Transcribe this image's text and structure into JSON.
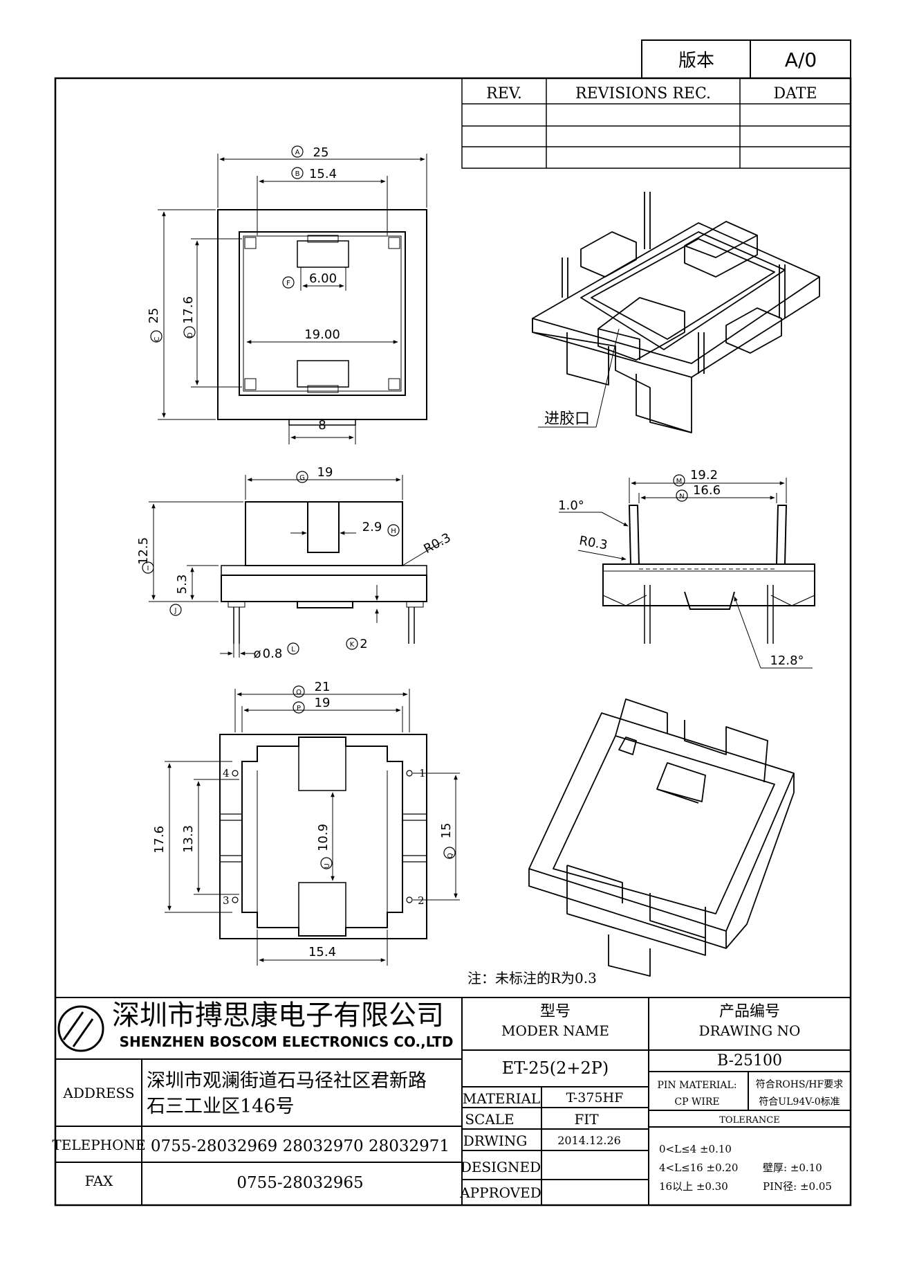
{
  "version_box": {
    "label": "版本",
    "value": "A/0"
  },
  "revisions": {
    "headers": [
      "REV.",
      "REVISIONS REC.",
      "DATE"
    ]
  },
  "top_view": {
    "dim_a": "25",
    "dim_b": "15.4",
    "dim_c": "25",
    "dim_d": "17.6",
    "dim_f": "6.00",
    "inner_width": "19.00",
    "tab_width": "8"
  },
  "iso_top": {
    "gate_label": "进胶口"
  },
  "front_view": {
    "dim_g": "19",
    "dim_h": "2.9",
    "radius": "R0.3",
    "dim_i": "12.5",
    "dim_j": "5.3",
    "dim_k": "2",
    "dim_l": "0.8"
  },
  "side_view": {
    "dim_m": "19.2",
    "dim_n": "16.6",
    "angle_top": "1.0°",
    "radius": "R0.3",
    "angle_bottom": "12.8°"
  },
  "bottom_view": {
    "dim_o": "21",
    "dim_p": "19",
    "dim_left_outer": "17.6",
    "dim_left_inner": "13.3",
    "dim_u": "10.9",
    "dim_q": "15",
    "dim_bottom": "15.4",
    "pins": [
      "1",
      "2",
      "3",
      "4"
    ]
  },
  "note": "注：未标注的R为0.3",
  "title_block": {
    "company_cn": "深圳市搏思康电子有限公司",
    "company_en": "SHENZHEN BOSCOM ELECTRONICS CO.,LTD",
    "model_label_cn": "型号",
    "model_label_en": "MODER NAME",
    "model_value": "ET-25(2+2P)",
    "drawing_no_label_cn": "产品编号",
    "drawing_no_label_en": "DRAWING NO",
    "drawing_no_value": "B-25100",
    "address_label": "ADDRESS",
    "address_line1": "深圳市观澜街道石马径社区君新路",
    "address_line2": "石三工业区146号",
    "telephone_label": "TELEPHONE",
    "telephone_value": "0755-28032969 28032970 28032971",
    "fax_label": "FAX",
    "fax_value": "0755-28032965",
    "material_label": "MATERIAL",
    "material_value": "T-375HF",
    "scale_label": "SCALE",
    "scale_value": "FIT",
    "drawing_label": "DRWING",
    "drawing_value": "2014.12.26",
    "designed_label": "DESIGNED",
    "approved_label": "APPROVED",
    "pin_material_label": "PIN MATERIAL:",
    "pin_material_value": "CP WIRE",
    "rohs": "符合ROHS/HF要求",
    "ul": "符合UL94V-0标准",
    "tolerance_label": "TOLERANCE",
    "tol_1": "0<L≤4 ±0.10",
    "tol_2": "4<L≤16 ±0.20",
    "tol_3": "16以上 ±0.30",
    "wall": "壁厚: ±0.10",
    "pin_dia": "PIN径: ±0.05"
  }
}
